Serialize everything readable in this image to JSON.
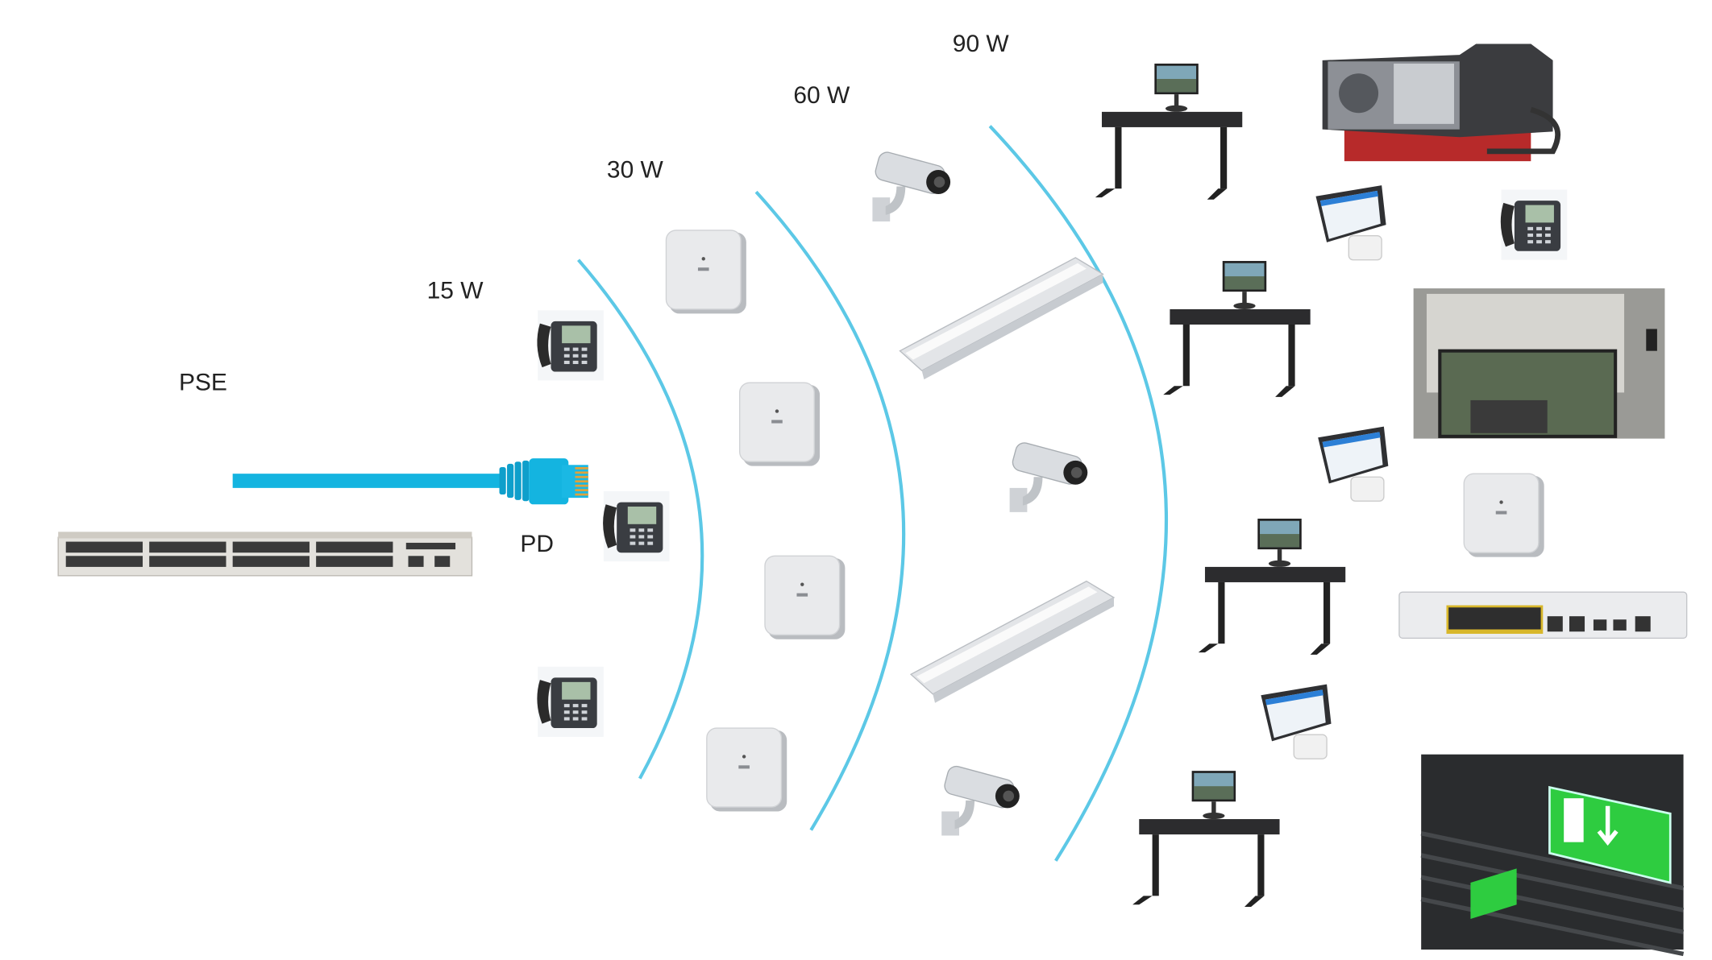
{
  "labels": {
    "pse": "PSE",
    "pd": "PD",
    "w15": "15 W",
    "w30": "30 W",
    "w60": "60 W",
    "w90": "90 W"
  },
  "colors": {
    "arc": "#5cc8e6",
    "cable": "#14b4e0"
  },
  "devices": {
    "ring_15w": [
      "ip-phone",
      "ip-phone",
      "ip-phone"
    ],
    "ring_30w": [
      "wireless-access-point",
      "wireless-access-point",
      "wireless-access-point",
      "wireless-access-point"
    ],
    "ring_60w": [
      "security-camera",
      "led-light-panel",
      "security-camera",
      "led-light-panel",
      "security-camera"
    ],
    "ring_90w": [
      "desk-with-monitor",
      "desk-with-monitor",
      "desk-with-monitor",
      "desk-with-monitor",
      "pos-terminal",
      "pos-terminal",
      "pos-terminal",
      "building-controller",
      "ip-phone",
      "room-blinds-photo",
      "wireless-access-point",
      "compact-switch",
      "exit-sign-photo"
    ]
  }
}
